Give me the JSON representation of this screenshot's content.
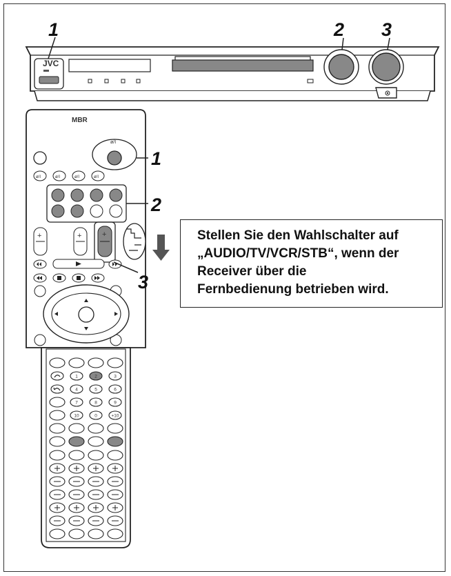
{
  "receiver": {
    "brand": "JVC",
    "callouts": [
      "1",
      "2",
      "3"
    ]
  },
  "remote": {
    "brand": "MBR",
    "power_label": "ø/I",
    "source_power_labels": [
      "ø/I",
      "ø/I",
      "ø/I",
      "ø/I"
    ],
    "callouts": [
      "1",
      "2",
      "3"
    ],
    "numeric_keys": [
      "1",
      "2",
      "3",
      "4",
      "5",
      "6",
      "7",
      "8",
      "9",
      "10",
      "0",
      "+10"
    ]
  },
  "instruction": {
    "lines": [
      "Stellen Sie den Wahlschalter auf",
      "„AUDIO/TV/VCR/STB“, wenn der",
      "Receiver über die",
      "Fernbedienung betrieben wird."
    ]
  }
}
